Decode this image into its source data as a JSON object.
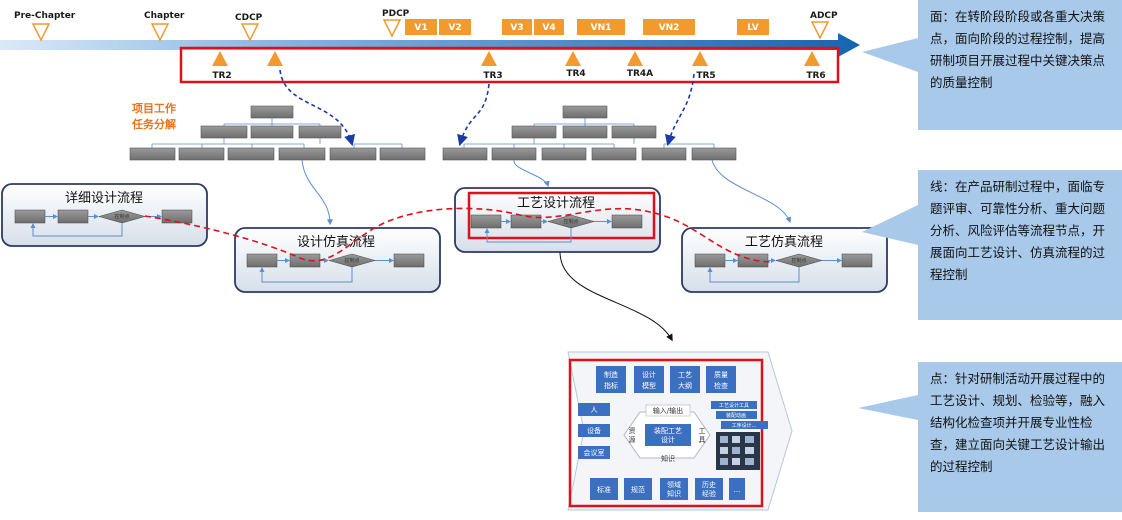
{
  "timeline": {
    "milestones": [
      "Pre-Chapter",
      "Chapter",
      "CDCP",
      "PDCP",
      "ADCP"
    ],
    "versions": [
      "V1",
      "V2",
      "V3",
      "V4",
      "VN1",
      "VN2",
      "LV"
    ],
    "tr_gates": [
      "TR2",
      "TR3",
      "TR4",
      "TR4A",
      "TR5",
      "TR6"
    ]
  },
  "wbs": {
    "title_line1": "项目工作",
    "title_line2": "任务分解"
  },
  "processes": {
    "detail_design": "详细设计流程",
    "design_sim": "设计仿真流程",
    "craft_design": "工艺设计流程",
    "craft_sim": "工艺仿真流程",
    "control_point": "控制点"
  },
  "detail_panel": {
    "top": [
      [
        "制造",
        "指标"
      ],
      [
        "设计",
        "模型"
      ],
      [
        "工艺",
        "大纲"
      ],
      [
        "质量",
        "检查"
      ]
    ],
    "left": [
      "人",
      "设备",
      "会议室"
    ],
    "io": "输入/输出",
    "resource": [
      "资",
      "源"
    ],
    "center": [
      "装配工艺",
      "设计"
    ],
    "tool": [
      "工",
      "具"
    ],
    "knowledge": "知识",
    "right": [
      "工艺设计工具",
      "装配动画",
      "工序设计..."
    ],
    "bottom": [
      [
        "标准"
      ],
      [
        "规范"
      ],
      [
        "领域",
        "知识"
      ],
      [
        "历史",
        "经验"
      ],
      [
        "..."
      ]
    ]
  },
  "callouts": {
    "face": "面：在转阶段阶段或各重大决策点，面向阶段的过程控制，提高研制项目开展过程中关键决策点的质量控制",
    "line": "线：在产品研制过程中，面临专题评审、可靠性分析、重大问题分析、风险评估等流程节点，开展面向工艺设计、仿真流程的过程控制",
    "point": "点：针对研制活动开展过程中的工艺设计、规划、检验等，融入结构化检查项并开展专业性检查，建立面向关键工艺设计输出的过程控制"
  },
  "colors": {
    "accent_orange": "#f29a2e",
    "red_frame": "#e0101a",
    "navy_frame": "#2d3a66",
    "arrow_blue": "#1e62a8",
    "callout_blue": "#a8c9ea"
  }
}
